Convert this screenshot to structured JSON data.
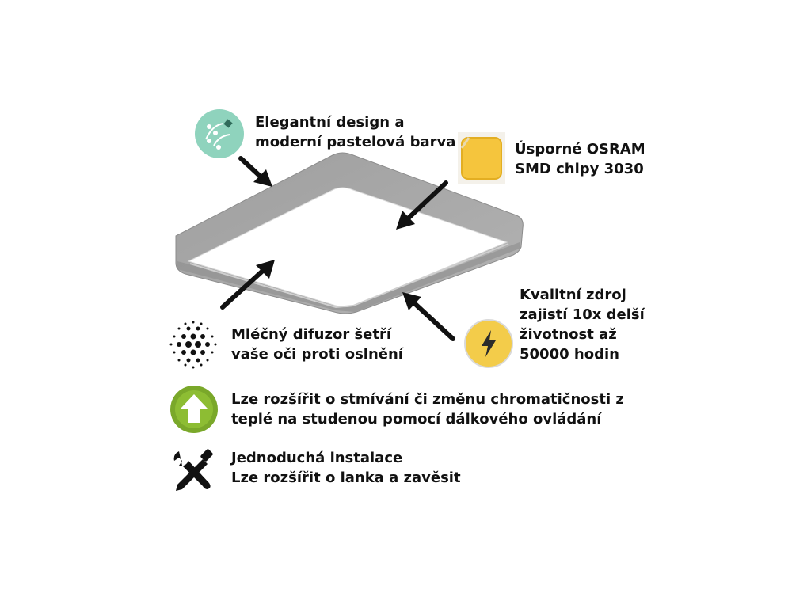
{
  "features": {
    "design": {
      "icon": "design-tool-icon",
      "line1": "Elegantní design a",
      "line2": "moderní pastelová barva"
    },
    "chips": {
      "icon": "led-chip-icon",
      "line1": "Úsporné OSRAM",
      "line2": "SMD chipy 3030"
    },
    "source": {
      "icon": "lightning-bolt-icon",
      "line1": "Kvalitní zdroj",
      "line2": "zajistí 10x delší",
      "line3": "životnost až",
      "line4": "50000 hodin"
    },
    "diffuser": {
      "icon": "diffuser-dots-icon",
      "line1": "Mléčný difuzor šetří",
      "line2": "vaše oči proti oslnění"
    },
    "dimming": {
      "icon": "upgrade-arrow-icon",
      "line1": "Lze rozšířit o stmívání či změnu chromatičnosti z",
      "line2": "teplé na studenou pomocí dálkového ovládání"
    },
    "install": {
      "icon": "wrench-screwdriver-icon",
      "line1": "Jednoduchá instalace",
      "line2": "Lze rozšířit o lanka a zavěsit"
    }
  },
  "colors": {
    "frame_gray": "#a4a4a4",
    "design_icon_bg": "#8fd3bd",
    "chip_yellow": "#f5c53d",
    "bolt_circle": "#f3cc4a",
    "green_circle": "#7aa82a"
  }
}
